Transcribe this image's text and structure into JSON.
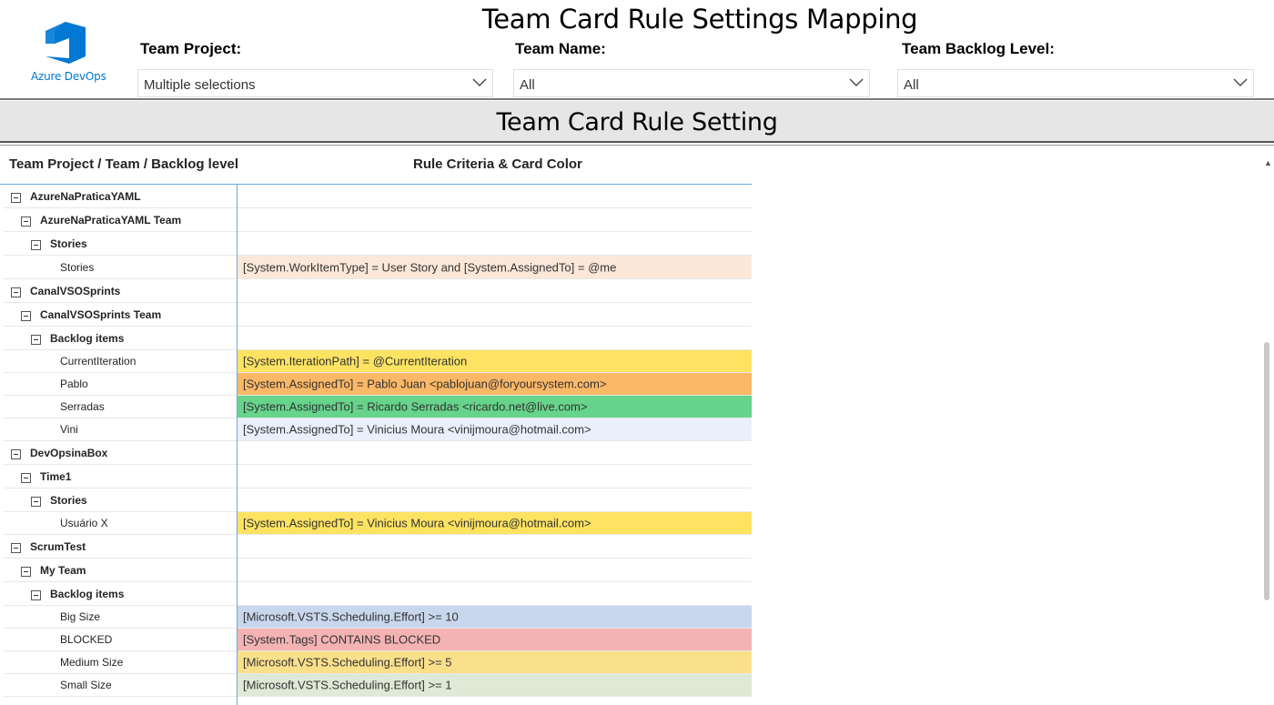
{
  "app": {
    "logo_text": "Azure DevOps",
    "title": "Team Card Rule Settings Mapping",
    "section_title": "Team Card Rule Setting",
    "brand_color": "#0078d4"
  },
  "filters": [
    {
      "label": "Team Project:",
      "value": "Multiple selections"
    },
    {
      "label": "Team Name:",
      "value": "All"
    },
    {
      "label": "Team Backlog Level:",
      "value": "All"
    }
  ],
  "table": {
    "columns": [
      "Team Project / Team / Backlog level",
      "Rule Criteria & Card Color"
    ],
    "rows": [
      {
        "level": 0,
        "label": "AzureNaPraticaYAML",
        "expand": true,
        "criteria": "",
        "color": "#ffffff"
      },
      {
        "level": 1,
        "label": "AzureNaPraticaYAML Team",
        "expand": true,
        "criteria": "",
        "color": "#ffffff"
      },
      {
        "level": 2,
        "label": "Stories",
        "expand": true,
        "criteria": "",
        "color": "#ffffff"
      },
      {
        "level": 3,
        "label": "Stories",
        "expand": false,
        "criteria": "[System.WorkItemType] = User Story and [System.AssignedTo] = @me",
        "color": "#fce8d9"
      },
      {
        "level": 0,
        "label": "CanalVSOSprints",
        "expand": true,
        "criteria": "",
        "color": "#ffffff"
      },
      {
        "level": 1,
        "label": "CanalVSOSprints Team",
        "expand": true,
        "criteria": "",
        "color": "#ffffff"
      },
      {
        "level": 2,
        "label": "Backlog items",
        "expand": true,
        "criteria": "",
        "color": "#ffffff"
      },
      {
        "level": 3,
        "label": "CurrentIteration",
        "expand": false,
        "criteria": "[System.IterationPath] = @CurrentIteration",
        "color": "#fde361"
      },
      {
        "level": 3,
        "label": "Pablo",
        "expand": false,
        "criteria": "[System.AssignedTo] = Pablo Juan <pablojuan@foryoursystem.com>",
        "color": "#fbb867"
      },
      {
        "level": 3,
        "label": "Serradas",
        "expand": false,
        "criteria": "[System.AssignedTo] = Ricardo Serradas <ricardo.net@live.com>",
        "color": "#66d48b"
      },
      {
        "level": 3,
        "label": "Vini",
        "expand": false,
        "criteria": "[System.AssignedTo] = Vinicius Moura <vinijmoura@hotmail.com>",
        "color": "#eaf0fb"
      },
      {
        "level": 0,
        "label": "DevOpsinaBox",
        "expand": true,
        "criteria": "",
        "color": "#ffffff"
      },
      {
        "level": 1,
        "label": "Time1",
        "expand": true,
        "criteria": "",
        "color": "#ffffff"
      },
      {
        "level": 2,
        "label": "Stories",
        "expand": true,
        "criteria": "",
        "color": "#ffffff"
      },
      {
        "level": 3,
        "label": "Usuário X",
        "expand": false,
        "criteria": "[System.AssignedTo] = Vinicius Moura <vinijmoura@hotmail.com>",
        "color": "#fde361"
      },
      {
        "level": 0,
        "label": "ScrumTest",
        "expand": true,
        "criteria": "",
        "color": "#ffffff"
      },
      {
        "level": 1,
        "label": "My Team",
        "expand": true,
        "criteria": "",
        "color": "#ffffff"
      },
      {
        "level": 2,
        "label": "Backlog items",
        "expand": true,
        "criteria": "",
        "color": "#ffffff"
      },
      {
        "level": 3,
        "label": "Big Size",
        "expand": false,
        "criteria": "[Microsoft.VSTS.Scheduling.Effort] >= 10",
        "color": "#c9d7ee"
      },
      {
        "level": 3,
        "label": "BLOCKED",
        "expand": false,
        "criteria": "[System.Tags] CONTAINS BLOCKED",
        "color": "#f4b3b3"
      },
      {
        "level": 3,
        "label": "Medium Size",
        "expand": false,
        "criteria": "[Microsoft.VSTS.Scheduling.Effort] >= 5",
        "color": "#fbe08c"
      },
      {
        "level": 3,
        "label": "Small Size",
        "expand": false,
        "criteria": "[Microsoft.VSTS.Scheduling.Effort] >= 1",
        "color": "#dfe9d5"
      }
    ]
  }
}
